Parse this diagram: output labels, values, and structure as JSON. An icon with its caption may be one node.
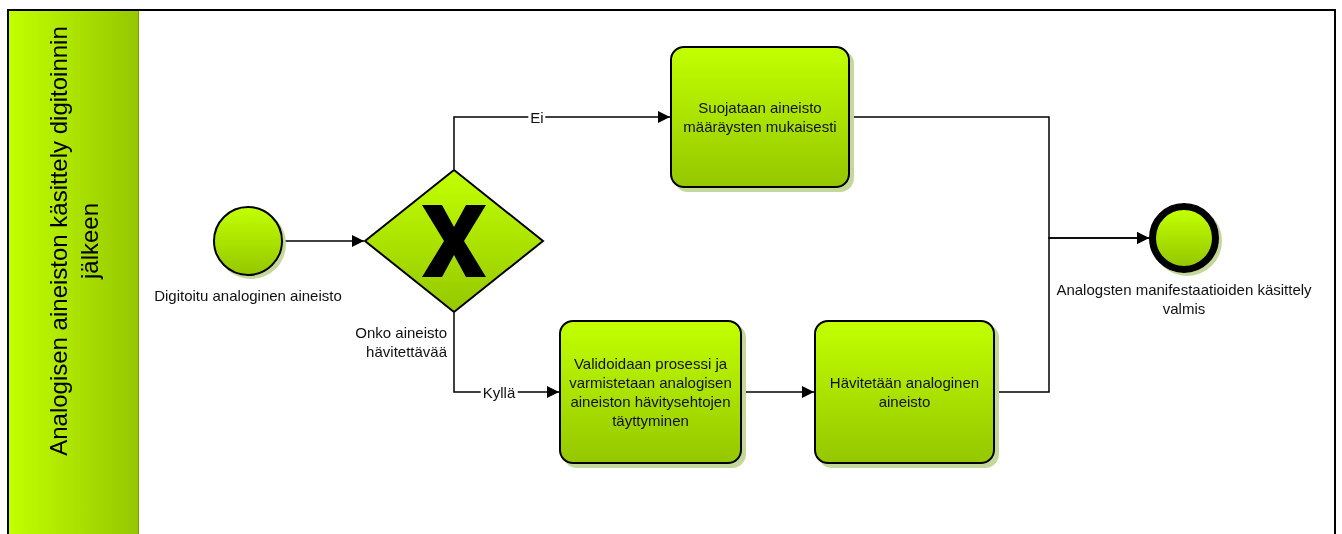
{
  "diagram": {
    "nodes": [
      {
        "text": [
          "Analogisen aineiston käsittely digitoinnin jälkeen"
        ]
      },
      {
        "text": [],
        "shape": "circle",
        "in": 0,
        "beside": [
          "Digitoitu analoginen aineisto"
        ]
      },
      {
        "text": [],
        "shape": "diamond",
        "in": 0,
        "beside": [
          "Onko aineisto hävitettävää"
        ]
      },
      {
        "text": [
          "Suojataan aineisto määräysten mukaisesti"
        ],
        "in": 0
      },
      {
        "text": [
          "Validoidaan prosessi ja varmistetaan analogisen aineiston hävitysehtojen täyttyminen"
        ],
        "in": 0
      },
      {
        "text": [
          "Hävitetään analoginen aineisto"
        ],
        "in": 0
      },
      {
        "text": [],
        "shape": "circle",
        "in": 0,
        "beside": [
          "Analogsten manifestaatioiden käsittely valmis"
        ]
      }
    ],
    "edges": [
      {
        "from": 1,
        "to": 2,
        "arrow": "to"
      },
      {
        "from": 2,
        "to": 3,
        "label": "Ei",
        "arrow": "to"
      },
      {
        "from": 2,
        "to": 4,
        "label": "Kyllä",
        "arrow": "to"
      },
      {
        "from": 4,
        "to": 5,
        "arrow": "to"
      },
      {
        "from": 3,
        "to": 6,
        "arrow": "to"
      },
      {
        "from": 5,
        "to": 6,
        "arrow": "to"
      }
    ]
  }
}
